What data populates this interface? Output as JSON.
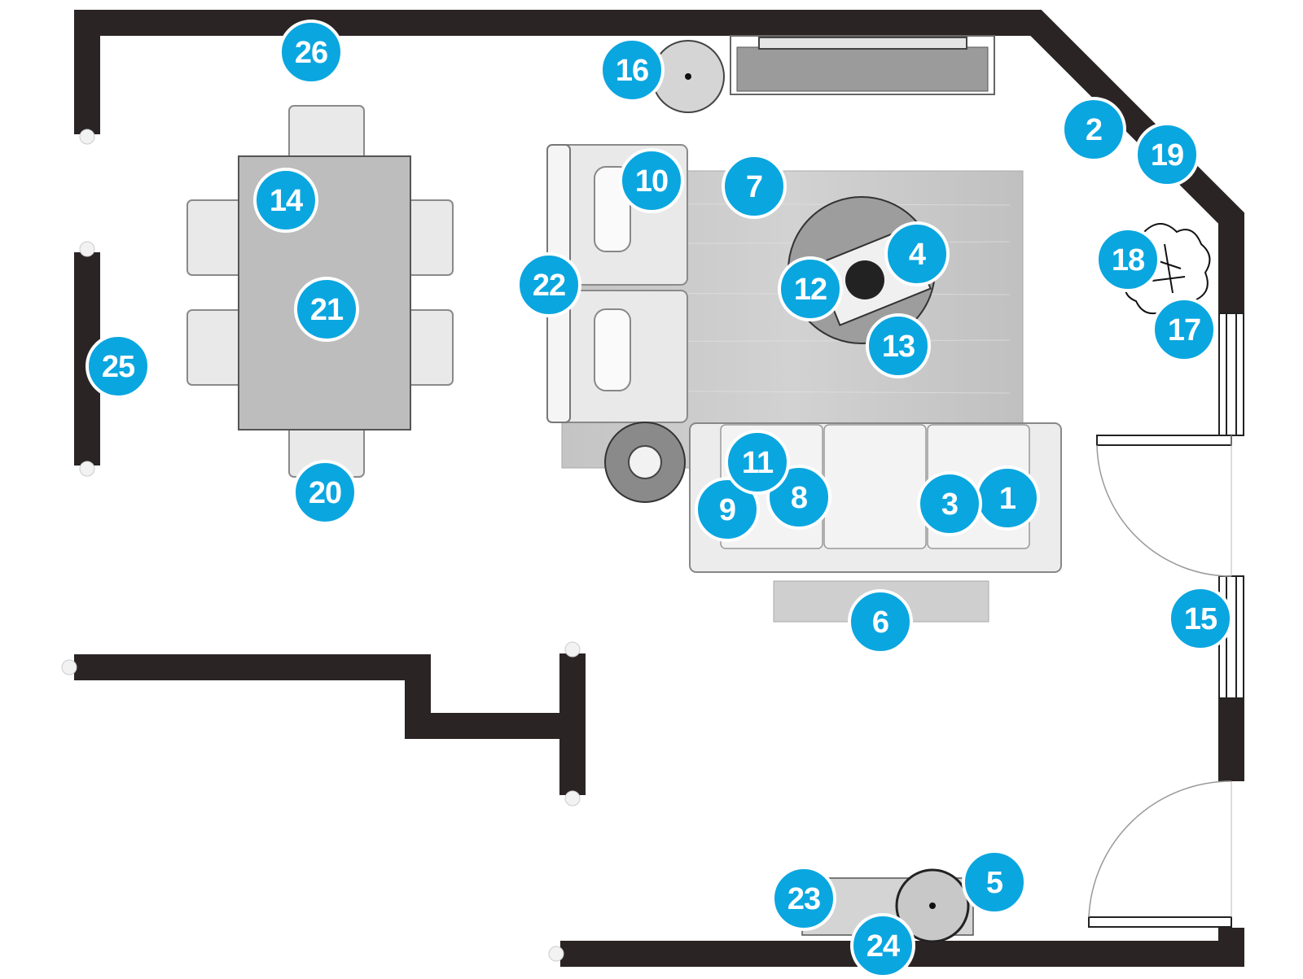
{
  "colors": {
    "wall": "#2b2424",
    "marker": "#0aa6e0",
    "rug": "#c9c9c9",
    "table": "#bdbdbd"
  },
  "markers": [
    {
      "label": "1"
    },
    {
      "label": "2"
    },
    {
      "label": "3"
    },
    {
      "label": "4"
    },
    {
      "label": "5"
    },
    {
      "label": "6"
    },
    {
      "label": "7"
    },
    {
      "label": "8"
    },
    {
      "label": "9"
    },
    {
      "label": "10"
    },
    {
      "label": "11"
    },
    {
      "label": "12"
    },
    {
      "label": "13"
    },
    {
      "label": "14"
    },
    {
      "label": "15"
    },
    {
      "label": "16"
    },
    {
      "label": "17"
    },
    {
      "label": "18"
    },
    {
      "label": "19"
    },
    {
      "label": "20"
    },
    {
      "label": "21"
    },
    {
      "label": "22"
    },
    {
      "label": "23"
    },
    {
      "label": "24"
    },
    {
      "label": "25"
    },
    {
      "label": "26"
    }
  ]
}
